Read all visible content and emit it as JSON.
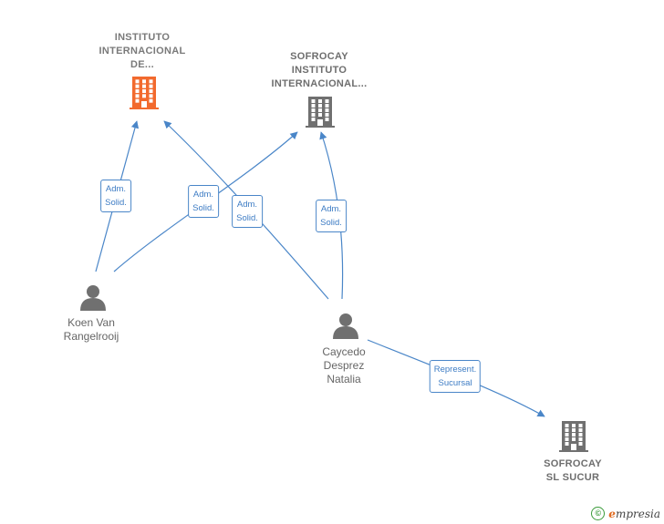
{
  "nodes": {
    "instituto": {
      "label": "INSTITUTO\nINTERNACIONAL\nDE...",
      "type": "company",
      "color": "#f26a2e",
      "icon": "building-icon"
    },
    "sofrocay_instituto": {
      "label": "SOFROCAY\nINSTITUTO\nINTERNACIONAL...",
      "type": "company",
      "color": "#707070",
      "icon": "building-icon"
    },
    "koen": {
      "label": "Koen Van\nRangelrooij",
      "type": "person",
      "color": "#707070",
      "icon": "person-icon"
    },
    "caycedo": {
      "label": "Caycedo\nDesprez\nNatalia",
      "type": "person",
      "color": "#707070",
      "icon": "person-icon"
    },
    "sofrocay_sucur": {
      "label": "SOFROCAY\nSL SUCUR",
      "type": "company",
      "color": "#707070",
      "icon": "building-icon"
    }
  },
  "edges": [
    {
      "from": "koen",
      "to": "instituto",
      "label": "Adm.\nSolid."
    },
    {
      "from": "koen",
      "to": "sofrocay_instituto",
      "label": "Adm.\nSolid."
    },
    {
      "from": "caycedo",
      "to": "instituto",
      "label": "Adm.\nSolid."
    },
    {
      "from": "caycedo",
      "to": "sofrocay_instituto",
      "label": "Adm.\nSolid."
    },
    {
      "from": "caycedo",
      "to": "sofrocay_sucur",
      "label": "Represent.\nSucursal"
    }
  ],
  "colors": {
    "edge": "#4a86c8",
    "edge_label_text": "#3d7cc4"
  },
  "footer": {
    "copyright": "©",
    "brand_initial": "e",
    "brand_rest": "mpresia"
  }
}
